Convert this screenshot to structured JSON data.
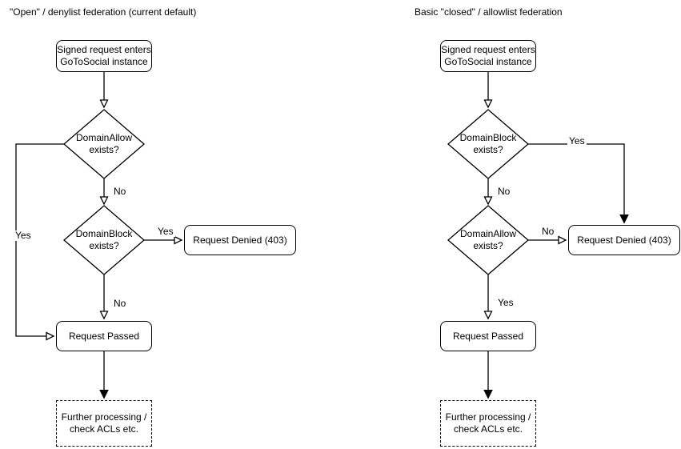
{
  "diagram": {
    "left": {
      "title": "\"Open\" / denylist federation (current default)",
      "start_node": "Signed request enters\nGoToSocial instance",
      "decision1": "DomainAllow\nexists?",
      "decision2": "DomainBlock\nexists?",
      "denied_node": "Request Denied (403)",
      "passed_node": "Request Passed",
      "further_node": "Further processing /\ncheck ACLs etc.",
      "labels": {
        "d1_no": "No",
        "d1_yes": "Yes",
        "d2_yes": "Yes",
        "d2_no": "No"
      }
    },
    "right": {
      "title": "Basic \"closed\" / allowlist federation",
      "start_node": "Signed request enters\nGoToSocial instance",
      "decision1": "DomainBlock\nexists?",
      "decision2": "DomainAllow\nexists?",
      "denied_node": "Request Denied (403)",
      "passed_node": "Request Passed",
      "further_node": "Further processing /\ncheck ACLs etc.",
      "labels": {
        "d1_no": "No",
        "d1_yes": "Yes",
        "d2_no": "No",
        "d2_yes": "Yes"
      }
    },
    "colors": {
      "line": "#000000",
      "shape_fill": "#ffffff",
      "text": "#000000"
    }
  }
}
